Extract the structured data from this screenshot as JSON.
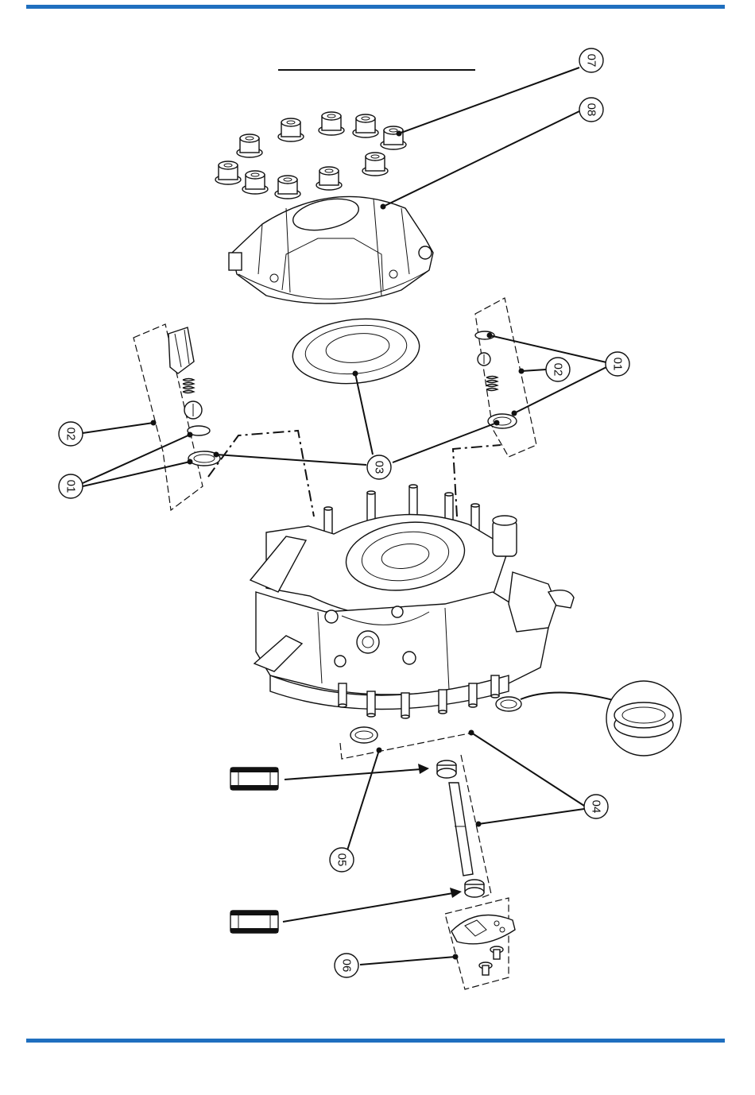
{
  "colors": {
    "rule": "#1f6fbf",
    "ink": "#111111"
  },
  "callouts": {
    "c01_right": "01",
    "c02_right": "02",
    "c02_left": "02",
    "c01_left": "01",
    "c03": "03",
    "c04": "04",
    "c05": "05",
    "c06": "06",
    "c07": "07",
    "c08": "08"
  }
}
